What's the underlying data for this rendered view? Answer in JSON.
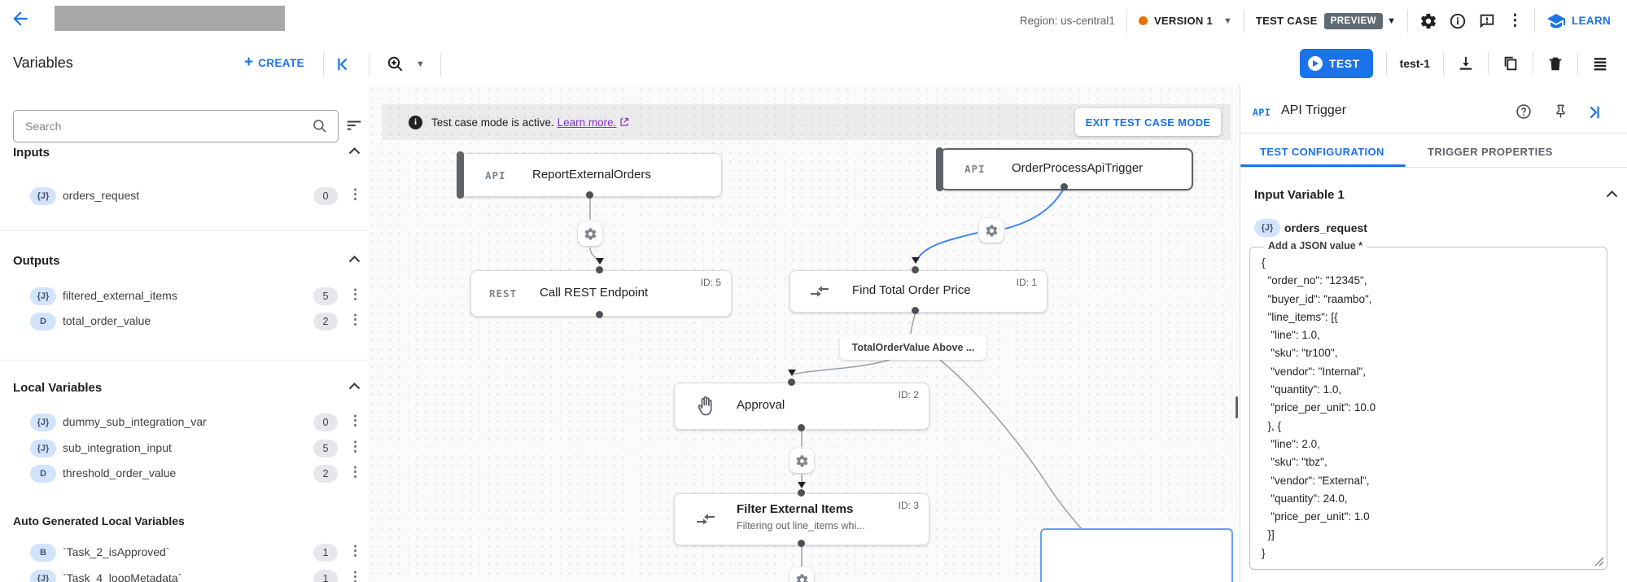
{
  "topbar": {
    "region": "Region: us-central1",
    "version_label": "VERSION 1",
    "test_case_label": "TEST CASE",
    "preview_badge": "PREVIEW",
    "learn_label": "LEARN"
  },
  "toolbar": {
    "title": "Variables",
    "create_label": "CREATE",
    "test_button": "TEST",
    "test_case_name": "test-1"
  },
  "sidebar": {
    "search_placeholder": "Search",
    "sections": [
      {
        "title": "Inputs",
        "items": [
          {
            "type": "{J}",
            "name": "orders_request",
            "count": "0"
          }
        ]
      },
      {
        "title": "Outputs",
        "items": [
          {
            "type": "{J}",
            "name": "filtered_external_items",
            "count": "5"
          },
          {
            "type": "D",
            "name": "total_order_value",
            "count": "2"
          }
        ]
      },
      {
        "title": "Local Variables",
        "items": [
          {
            "type": "{J}",
            "name": "dummy_sub_integration_var",
            "count": "0"
          },
          {
            "type": "{J}",
            "name": "sub_integration_input",
            "count": "5"
          },
          {
            "type": "D",
            "name": "threshold_order_value",
            "count": "2"
          }
        ]
      },
      {
        "title": "Auto Generated Local Variables",
        "items": [
          {
            "type": "B",
            "name": "`Task_2_isApproved`",
            "count": "1"
          },
          {
            "type": "{J}",
            "name": "`Task_4_loopMetadata`",
            "count": "1"
          }
        ]
      }
    ]
  },
  "canvas": {
    "banner": {
      "info": "Test case mode is active.",
      "link": "Learn more.",
      "exit_button": "EXIT TEST CASE MODE"
    },
    "nodes": {
      "report": {
        "badge": "API",
        "title": "ReportExternalOrders"
      },
      "order_trigger": {
        "badge": "API",
        "title": "OrderProcessApiTrigger"
      },
      "rest": {
        "badge": "REST",
        "title": "Call REST Endpoint",
        "id": "ID: 5"
      },
      "find_total": {
        "title": "Find Total Order Price",
        "id": "ID: 1"
      },
      "approval": {
        "title": "Approval",
        "id": "ID: 2"
      },
      "filter": {
        "title": "Filter External Items",
        "subtitle": "Filtering out line_items whi...",
        "id": "ID: 3"
      }
    },
    "edge_label": "TotalOrderValue Above ..."
  },
  "panel": {
    "badge": "API",
    "title": "API Trigger",
    "tabs": [
      {
        "label": "TEST CONFIGURATION"
      },
      {
        "label": "TRIGGER PROPERTIES"
      }
    ],
    "section_title": "Input Variable 1",
    "variable": {
      "type": "{J}",
      "name": "orders_request",
      "field_label": "Add a JSON value *",
      "json_value": "{\n  \"order_no\": \"12345\",\n  \"buyer_id\": \"raambo\",\n  \"line_items\": [{\n   \"line\": 1.0,\n   \"sku\": \"tr100\",\n   \"vendor\": \"Internal\",\n   \"quantity\": 1.0,\n   \"price_per_unit\": 10.0\n  }, {\n   \"line\": 2.0,\n   \"sku\": \"tbz\",\n   \"vendor\": \"External\",\n   \"quantity\": 24.0,\n   \"price_per_unit\": 1.0\n  }]\n}"
    }
  },
  "colors": {
    "accent_blue": "#1a73e8",
    "version_dot_orange": "#e8710a",
    "link_purple": "#8430ce",
    "preview_badge_bg": "#5f6b74",
    "edge_blue": "#4285f4",
    "edge_gray": "#9aa0a6",
    "selected_border": "#5f6368"
  }
}
